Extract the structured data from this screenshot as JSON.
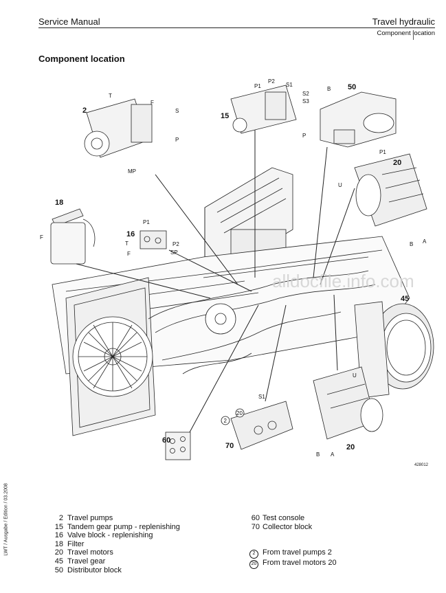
{
  "header": {
    "left": "Service Manual",
    "right": "Travel hydraulic",
    "subtitle": "Component location"
  },
  "section_title": "Component location",
  "figure": {
    "labels": {
      "n2": "2",
      "n15": "15",
      "n50": "50",
      "n20": "20",
      "n18": "18",
      "n16": "16",
      "n45": "45",
      "n60": "60",
      "n70": "70",
      "n20b": "20",
      "T": "T",
      "F": "F",
      "S": "S",
      "P": "P",
      "MP": "MP",
      "P1": "P1",
      "P2": "P2",
      "S1": "S1",
      "S2": "S2",
      "S3": "S3",
      "SP": "SP",
      "B": "B",
      "A": "A",
      "U": "U",
      "c2": "2",
      "c20": "20"
    },
    "watermark": "alldocfile.info.com",
    "ref": "428012"
  },
  "side_text": "LWT / Ausgabe / Edition / 03.2008",
  "legend_left": [
    {
      "n": "2",
      "label": "Travel pumps"
    },
    {
      "n": "15",
      "label": "Tandem gear pump - replenishing"
    },
    {
      "n": "16",
      "label": "Valve block - replenishing"
    },
    {
      "n": "18",
      "label": "Filter"
    },
    {
      "n": "20",
      "label": "Travel motors"
    },
    {
      "n": "45",
      "label": "Travel gear"
    },
    {
      "n": "50",
      "label": "Distributor block"
    }
  ],
  "legend_right": [
    {
      "n": "60",
      "label": "Test console"
    },
    {
      "n": "70",
      "label": "Collector block"
    }
  ],
  "legend_circled": [
    {
      "n": "2",
      "label": "From travel pumps 2"
    },
    {
      "n": "20",
      "label": "From travel motors 20"
    }
  ]
}
